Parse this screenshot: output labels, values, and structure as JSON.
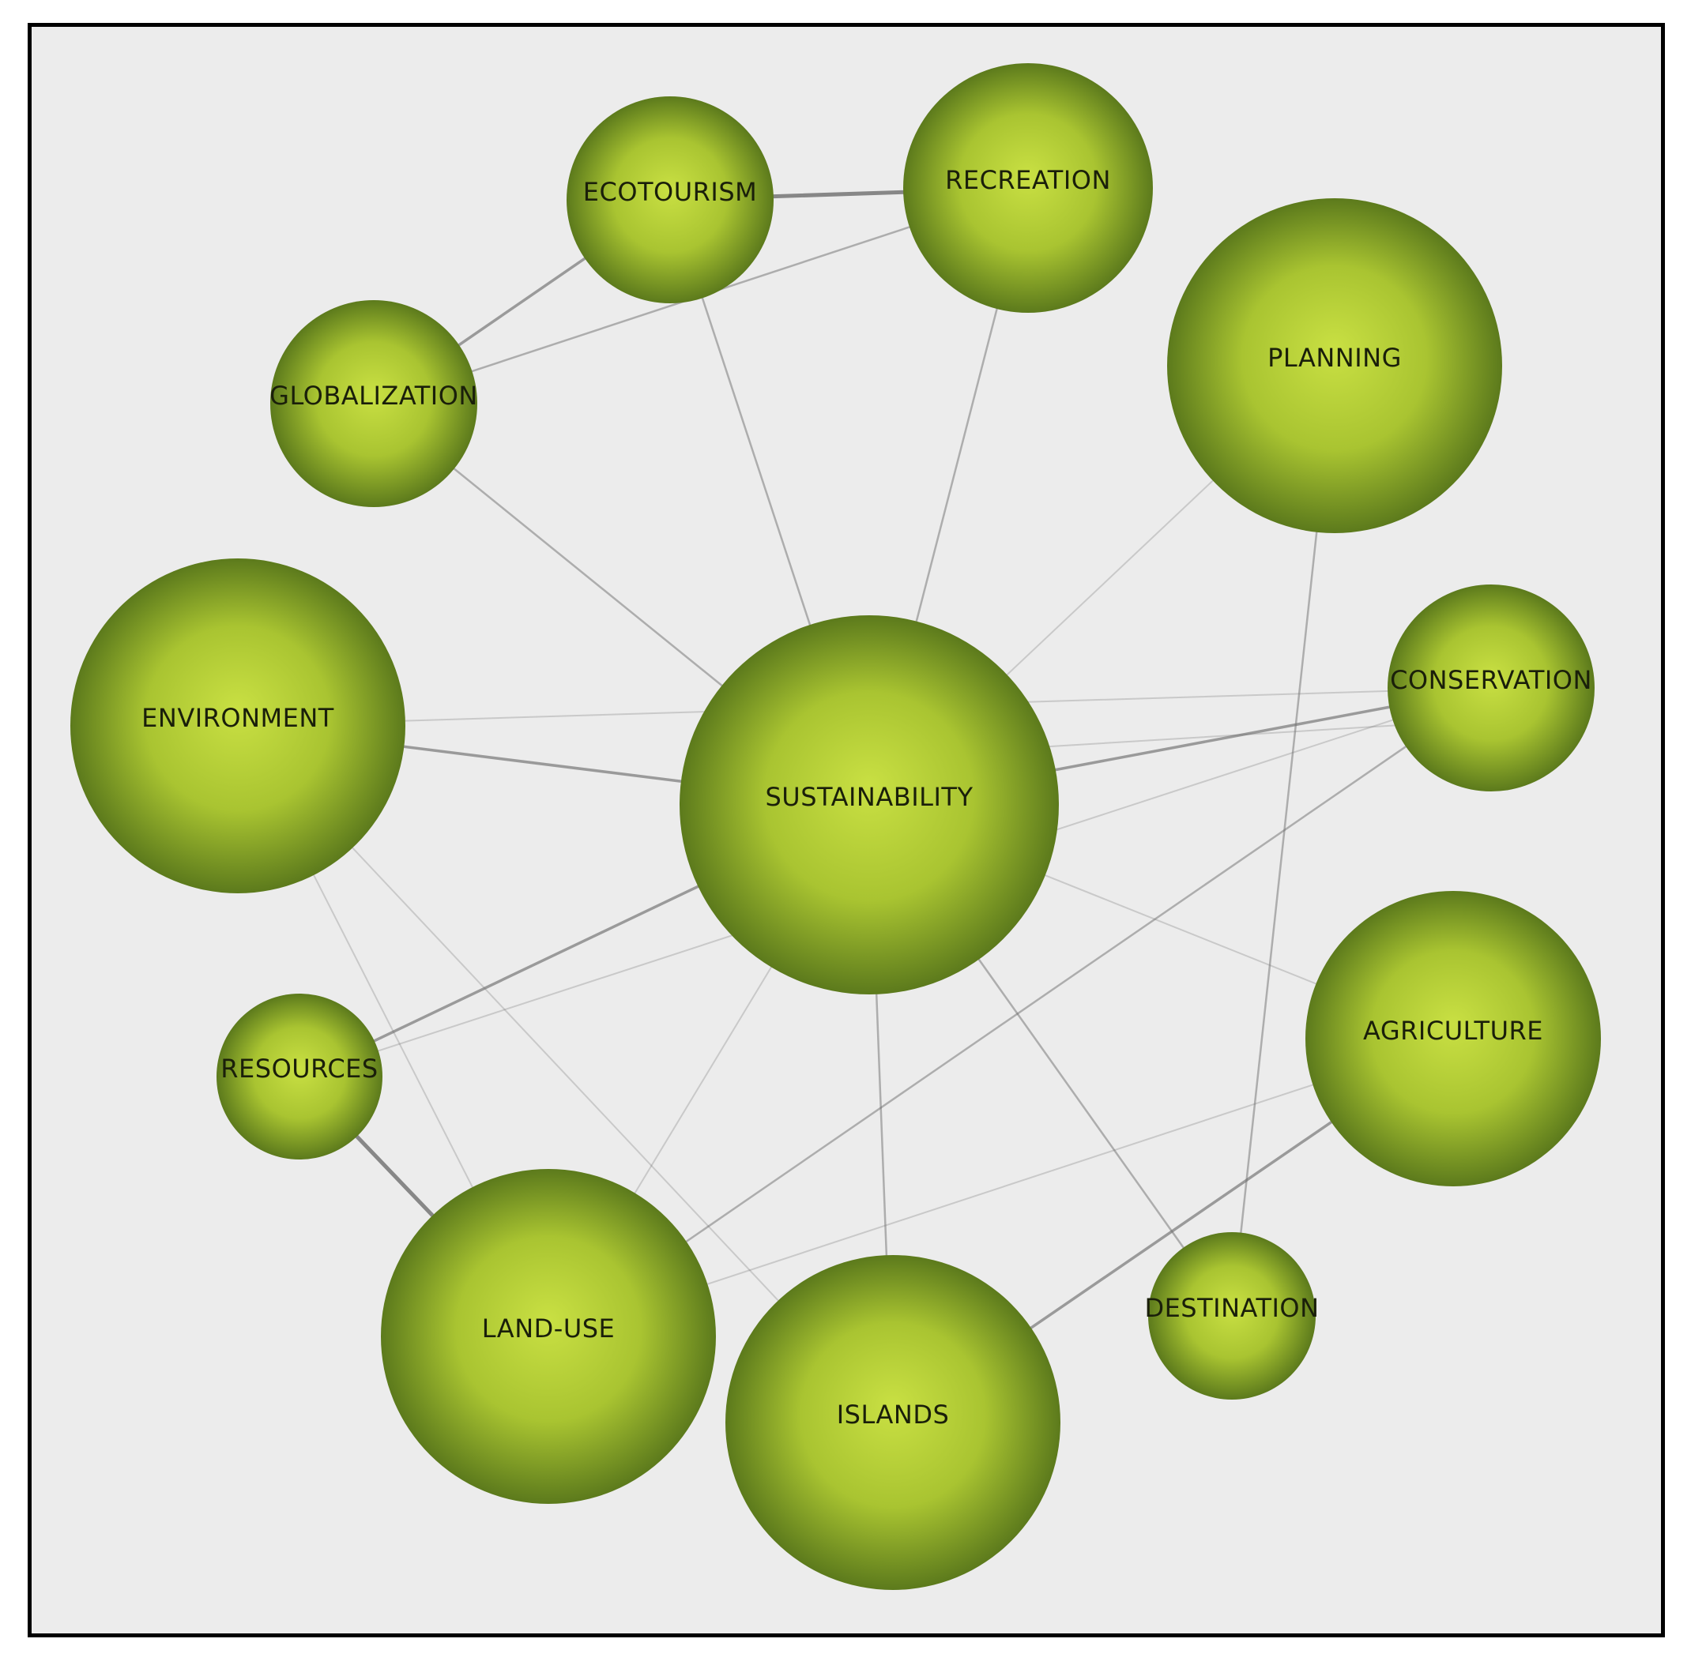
{
  "colors": {
    "background": "#ececec",
    "border": "#000000",
    "node_light": "#c9e043",
    "node_mid": "#a9c431",
    "node_dark": "#5c7a1c",
    "edge": "#6e6e6e",
    "label": "#1a1f0a"
  },
  "nodes": [
    {
      "id": "sustainability",
      "label": "SUSTAINABILITY"
    },
    {
      "id": "ecotourism",
      "label": "ECOTOURISM"
    },
    {
      "id": "recreation",
      "label": "RECREATION"
    },
    {
      "id": "planning",
      "label": "PLANNING"
    },
    {
      "id": "globalization",
      "label": "GLOBALIZATION"
    },
    {
      "id": "environment",
      "label": "ENVIRONMENT"
    },
    {
      "id": "conservation",
      "label": "CONSERVATION"
    },
    {
      "id": "agriculture",
      "label": "AGRICULTURE"
    },
    {
      "id": "resources",
      "label": "RESOURCES"
    },
    {
      "id": "land-use",
      "label": "LAND-USE"
    },
    {
      "id": "islands",
      "label": "ISLANDS"
    },
    {
      "id": "destination",
      "label": "DESTINATION"
    }
  ],
  "edges": [
    {
      "source": "ecotourism",
      "target": "recreation",
      "strength": "strong"
    },
    {
      "source": "ecotourism",
      "target": "globalization",
      "strength": "medium"
    },
    {
      "source": "recreation",
      "target": "globalization",
      "strength": "weak"
    },
    {
      "source": "ecotourism",
      "target": "sustainability",
      "strength": "weak"
    },
    {
      "source": "recreation",
      "target": "sustainability",
      "strength": "weak"
    },
    {
      "source": "globalization",
      "target": "sustainability",
      "strength": "weak"
    },
    {
      "source": "planning",
      "target": "sustainability",
      "strength": "faint"
    },
    {
      "source": "planning",
      "target": "destination",
      "strength": "weak"
    },
    {
      "source": "environment",
      "target": "sustainability",
      "strength": "medium"
    },
    {
      "source": "environment",
      "target": "conservation",
      "strength": "faint"
    },
    {
      "source": "environment",
      "target": "land-use",
      "strength": "faint"
    },
    {
      "source": "environment",
      "target": "islands",
      "strength": "faint"
    },
    {
      "source": "sustainability",
      "target": "conservation",
      "strength": "medium"
    },
    {
      "source": "sustainability",
      "target": "conservation",
      "strength": "faint",
      "offset": true
    },
    {
      "source": "sustainability",
      "target": "agriculture",
      "strength": "faint"
    },
    {
      "source": "sustainability",
      "target": "resources",
      "strength": "medium"
    },
    {
      "source": "sustainability",
      "target": "land-use",
      "strength": "faint"
    },
    {
      "source": "sustainability",
      "target": "islands",
      "strength": "weak"
    },
    {
      "source": "sustainability",
      "target": "destination",
      "strength": "weak"
    },
    {
      "source": "conservation",
      "target": "resources",
      "strength": "faint"
    },
    {
      "source": "conservation",
      "target": "land-use",
      "strength": "weak"
    },
    {
      "source": "agriculture",
      "target": "islands",
      "strength": "medium"
    },
    {
      "source": "agriculture",
      "target": "land-use",
      "strength": "faint"
    },
    {
      "source": "resources",
      "target": "land-use",
      "strength": "strong"
    }
  ]
}
